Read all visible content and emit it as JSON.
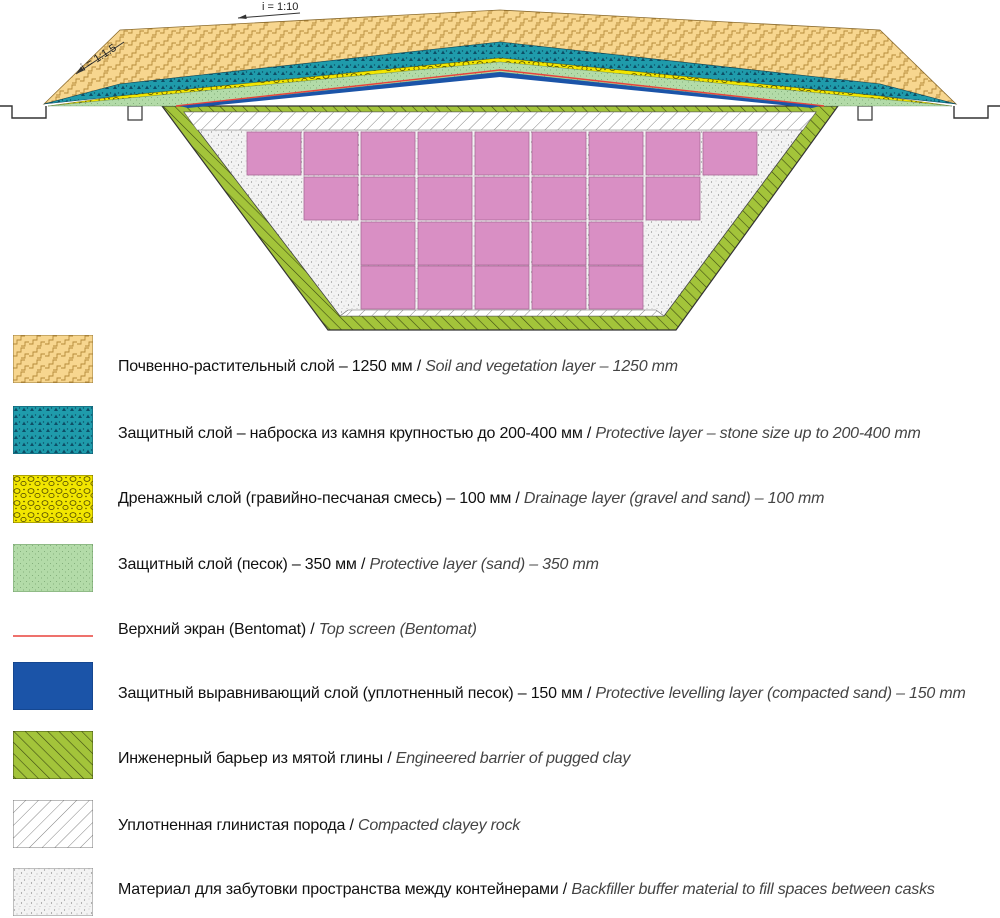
{
  "diagram": {
    "slope_labels": {
      "top": "i = 1:10",
      "side": "i = 1:1.5"
    }
  },
  "colors": {
    "soil": "#f7d68f",
    "protective_stone": "#1f9bab",
    "drainage": "#f2e600",
    "protective_sand": "#b3dba8",
    "top_screen": "#e8423c",
    "levelling": "#1b54a8",
    "clay_barrier": "#a3c43a",
    "cask": "#d98fc4"
  },
  "legend": [
    {
      "icon": "soil-vegetation-swatch",
      "ru": "Почвенно-растительный слой – 1250 мм",
      "en": "Soil and vegetation layer – 1250 mm"
    },
    {
      "icon": "protective-stone-swatch",
      "ru": "Защитный слой – наброска из камня крупностью до 200-400 мм",
      "en": "Protective layer – stone size up to 200-400 mm"
    },
    {
      "icon": "drainage-swatch",
      "ru": "Дренажный слой (гравийно-песчаная смесь) – 100 мм",
      "en": "Drainage layer (gravel and sand) – 100 mm"
    },
    {
      "icon": "protective-sand-swatch",
      "ru": "Защитный слой (песок) – 350 мм",
      "en": "Protective layer (sand) – 350 mm"
    },
    {
      "icon": "top-screen-line",
      "ru": "Верхний экран (Bentomat)",
      "en": "Top screen (Bentomat)"
    },
    {
      "icon": "levelling-swatch",
      "ru": "Защитный выравнивающий слой (уплотненный песок) – 150 мм",
      "en": "Protective levelling layer (compacted sand) – 150 mm"
    },
    {
      "icon": "clay-barrier-swatch",
      "ru": "Инженерный барьер из мятой глины",
      "en": "Engineered barrier of pugged clay"
    },
    {
      "icon": "clayey-rock-swatch",
      "ru": "Уплотненная глинистая порода",
      "en": "Compacted clayey rock"
    },
    {
      "icon": "backfill-swatch",
      "ru": "Материал для забутовки пространства между контейнерами",
      "en": "Backfiller buffer material to fill spaces between casks"
    }
  ]
}
